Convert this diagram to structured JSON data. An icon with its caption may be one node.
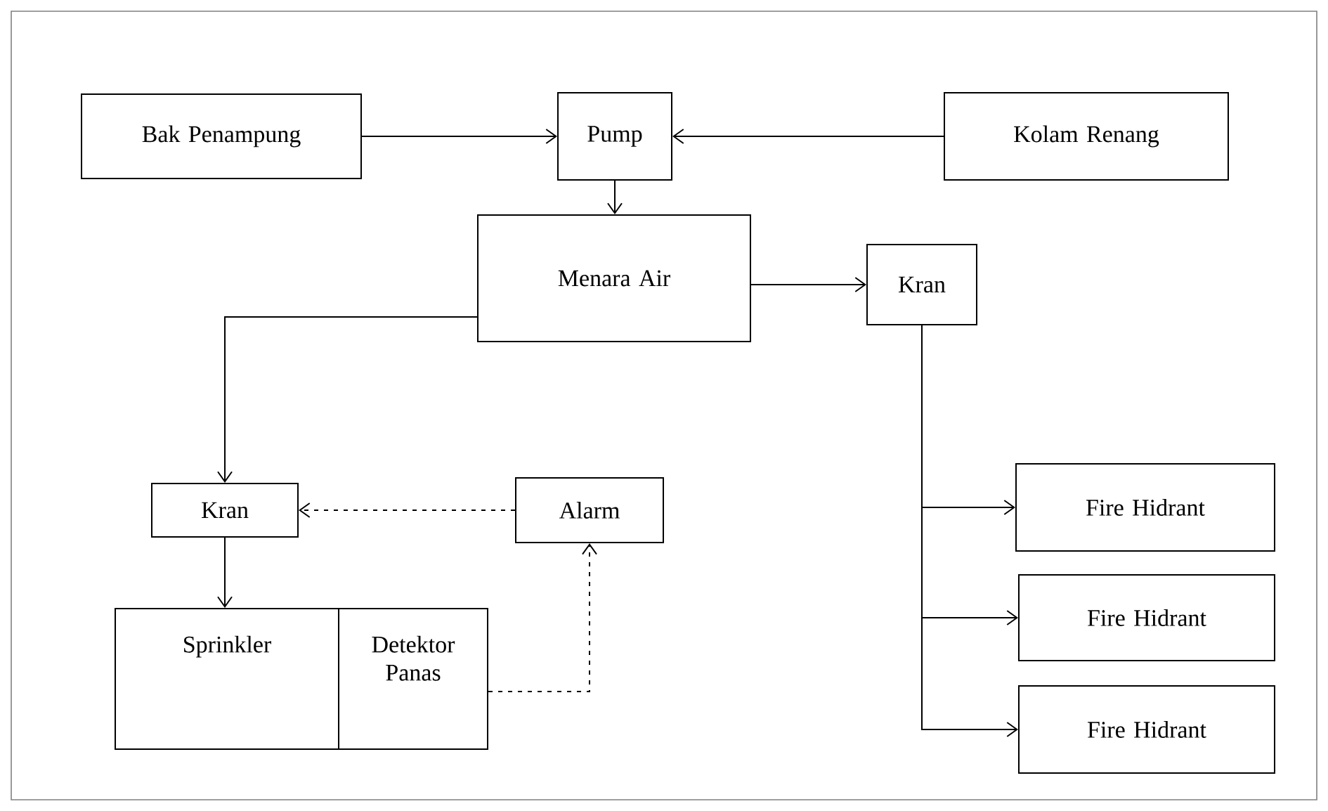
{
  "diagram": {
    "nodes": [
      {
        "text": [
          "Bak Penampung"
        ]
      },
      {
        "text": [
          "Pump"
        ]
      },
      {
        "text": [
          "Kolam Renang"
        ]
      },
      {
        "text": [
          "Menara Air"
        ]
      },
      {
        "text": [
          "Kran"
        ]
      },
      {
        "text": [
          "Kran"
        ]
      },
      {
        "text": [
          "Alarm"
        ]
      },
      {
        "text": [
          "Sprinkler"
        ]
      },
      {
        "text": [
          "Detektor Panas"
        ]
      },
      {
        "text": [
          "Fire Hidrant"
        ]
      },
      {
        "text": [
          "Fire Hidrant"
        ]
      },
      {
        "text": [
          "Fire Hidrant"
        ]
      }
    ],
    "edges": [
      {
        "from": 0,
        "to": 1,
        "arrow": "to"
      },
      {
        "from": 2,
        "to": 1,
        "arrow": "to"
      },
      {
        "from": 1,
        "to": 3,
        "arrow": "to"
      },
      {
        "from": 3,
        "to": 4,
        "arrow": "to"
      },
      {
        "from": 3,
        "to": 5,
        "arrow": "to"
      },
      {
        "from": 6,
        "to": 5,
        "arrow": "to",
        "style": "dashed"
      },
      {
        "from": 5,
        "to": 7,
        "arrow": "to"
      },
      {
        "from": 8,
        "to": 6,
        "arrow": "to",
        "style": "dashed"
      },
      {
        "from": 4,
        "to": 9,
        "arrow": "to"
      },
      {
        "from": 4,
        "to": 10,
        "arrow": "to"
      },
      {
        "from": 4,
        "to": 11,
        "arrow": "to"
      }
    ]
  }
}
